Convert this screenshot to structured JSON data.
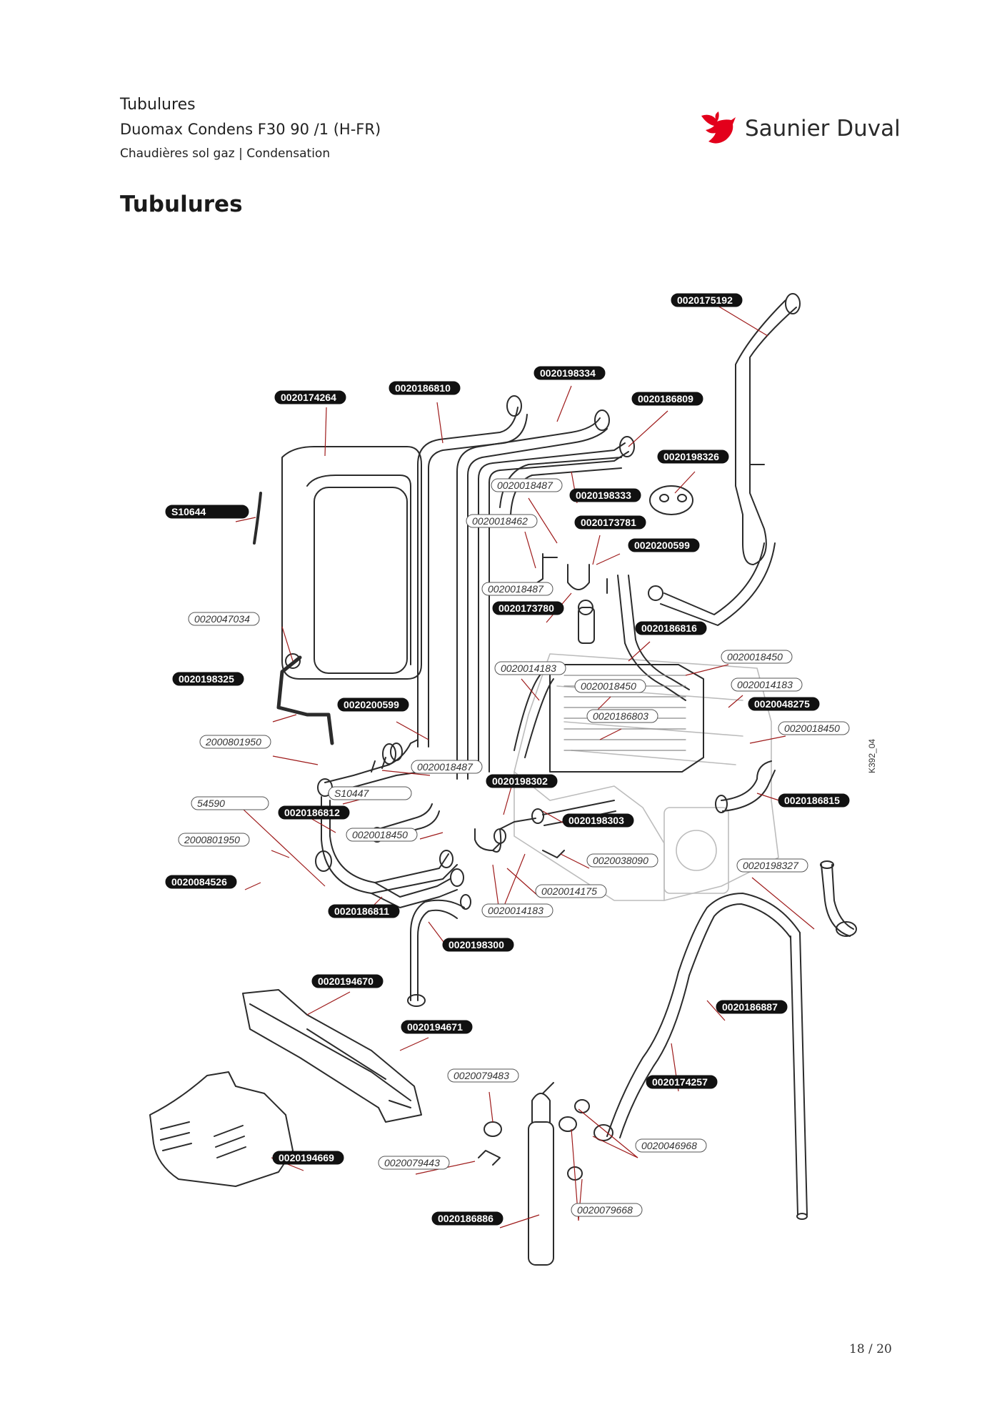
{
  "header": {
    "title": "Tubulures",
    "model": "Duomax Condens F30 90 /1 (H-FR)",
    "category": "Chaudières sol gaz | Condensation"
  },
  "brand": {
    "name": "Saunier Duval",
    "accent_color": "#e3001b",
    "logo_icon": "red-bird-icon"
  },
  "page_heading": "Tubulures",
  "diagram": {
    "drawing_code": "K392_04",
    "labels": [
      {
        "id": "l1",
        "text": "0020175192",
        "style": "filled"
      },
      {
        "id": "l2",
        "text": "0020198334",
        "style": "filled"
      },
      {
        "id": "l3",
        "text": "0020186810",
        "style": "filled"
      },
      {
        "id": "l4",
        "text": "0020174264",
        "style": "filled"
      },
      {
        "id": "l5",
        "text": "0020186809",
        "style": "filled"
      },
      {
        "id": "l6",
        "text": "0020198326",
        "style": "filled"
      },
      {
        "id": "l7",
        "text": "0020018487",
        "style": "outline"
      },
      {
        "id": "l8",
        "text": "0020198333",
        "style": "filled"
      },
      {
        "id": "l9",
        "text": "S10644",
        "style": "filled"
      },
      {
        "id": "l10",
        "text": "0020018462",
        "style": "outline"
      },
      {
        "id": "l11",
        "text": "0020173781",
        "style": "filled"
      },
      {
        "id": "l12",
        "text": "0020200599",
        "style": "filled"
      },
      {
        "id": "l13",
        "text": "0020018487",
        "style": "outline"
      },
      {
        "id": "l14",
        "text": "0020173780",
        "style": "filled"
      },
      {
        "id": "l15",
        "text": "0020047034",
        "style": "outline"
      },
      {
        "id": "l16",
        "text": "0020186816",
        "style": "filled"
      },
      {
        "id": "l17",
        "text": "0020018450",
        "style": "outline"
      },
      {
        "id": "l18",
        "text": "0020014183",
        "style": "outline"
      },
      {
        "id": "l19",
        "text": "0020198325",
        "style": "filled"
      },
      {
        "id": "l20",
        "text": "0020018450",
        "style": "outline"
      },
      {
        "id": "l21",
        "text": "0020014183",
        "style": "outline"
      },
      {
        "id": "l22",
        "text": "0020200599",
        "style": "filled"
      },
      {
        "id": "l23",
        "text": "0020048275",
        "style": "filled"
      },
      {
        "id": "l24",
        "text": "0020186803",
        "style": "outline"
      },
      {
        "id": "l25",
        "text": "0020018450",
        "style": "outline"
      },
      {
        "id": "l26",
        "text": "2000801950",
        "style": "outline"
      },
      {
        "id": "l27",
        "text": "0020018487",
        "style": "outline"
      },
      {
        "id": "l28",
        "text": "0020198302",
        "style": "filled"
      },
      {
        "id": "l29",
        "text": "S10447",
        "style": "outline"
      },
      {
        "id": "l30",
        "text": "0020186815",
        "style": "filled"
      },
      {
        "id": "l31",
        "text": "54590",
        "style": "outline"
      },
      {
        "id": "l32",
        "text": "0020186812",
        "style": "filled"
      },
      {
        "id": "l33",
        "text": "0020198303",
        "style": "filled"
      },
      {
        "id": "l34",
        "text": "0020018450",
        "style": "outline"
      },
      {
        "id": "l35",
        "text": "2000801950",
        "style": "outline"
      },
      {
        "id": "l36",
        "text": "0020038090",
        "style": "outline"
      },
      {
        "id": "l37",
        "text": "0020198327",
        "style": "outline"
      },
      {
        "id": "l38",
        "text": "0020084526",
        "style": "filled"
      },
      {
        "id": "l39",
        "text": "0020014175",
        "style": "outline"
      },
      {
        "id": "l40",
        "text": "0020186811",
        "style": "filled"
      },
      {
        "id": "l41",
        "text": "0020014183",
        "style": "outline"
      },
      {
        "id": "l42",
        "text": "0020198300",
        "style": "filled"
      },
      {
        "id": "l43",
        "text": "0020194670",
        "style": "filled"
      },
      {
        "id": "l44",
        "text": "0020186887",
        "style": "filled"
      },
      {
        "id": "l45",
        "text": "0020194671",
        "style": "filled"
      },
      {
        "id": "l46",
        "text": "0020079483",
        "style": "outline"
      },
      {
        "id": "l47",
        "text": "0020174257",
        "style": "filled"
      },
      {
        "id": "l48",
        "text": "0020046968",
        "style": "outline"
      },
      {
        "id": "l49",
        "text": "0020194669",
        "style": "filled"
      },
      {
        "id": "l50",
        "text": "0020079443",
        "style": "outline"
      },
      {
        "id": "l51",
        "text": "0020079668",
        "style": "outline"
      },
      {
        "id": "l52",
        "text": "0020186886",
        "style": "filled"
      }
    ]
  },
  "footer": {
    "page": "18 / 20"
  }
}
